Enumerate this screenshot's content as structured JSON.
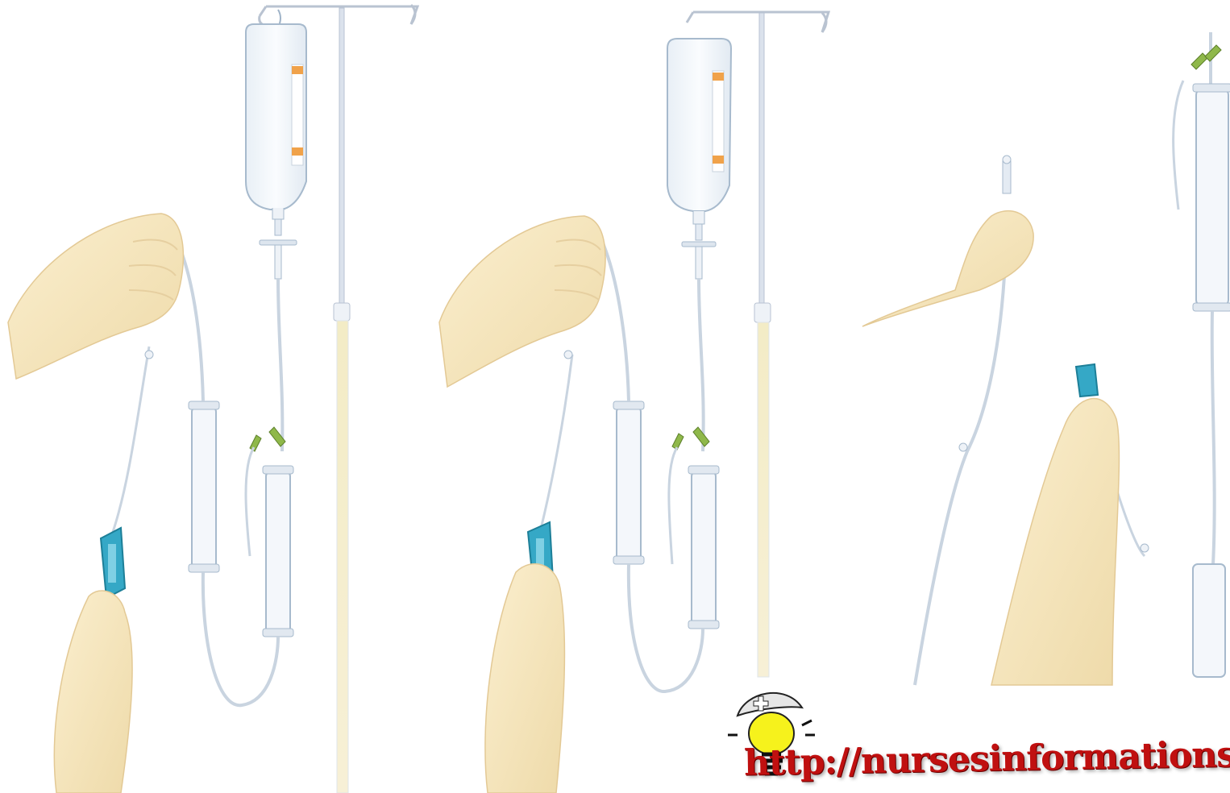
{
  "illustration": {
    "subject": "IV infusion set priming — three steps",
    "panels": [
      {
        "id": "step-1",
        "shows": "hand pinching tubing, roller clamp held closed"
      },
      {
        "id": "step-2",
        "shows": "hand pinching tubing, roller clamp opened"
      },
      {
        "id": "step-3",
        "shows": "hand holding tubing end, clamp at bottom"
      }
    ],
    "colors": {
      "bag": "#f4f8fc",
      "bag_outline": "#9fb3c8",
      "label_orange": "#f0a24a",
      "tube": "#c9d4e0",
      "clamp_blue": "#35a8c6",
      "clip_green": "#8fb84a",
      "skin": "#f6e6bd",
      "skin_shadow": "#e7cfa0",
      "pole": "#d7dde8",
      "pole_fill": "#f3ebc4"
    }
  },
  "watermark": {
    "text": "http://nursesinformations.blogspot.c",
    "logo": "lightbulb-nurse-icon",
    "color": "#c01010"
  }
}
